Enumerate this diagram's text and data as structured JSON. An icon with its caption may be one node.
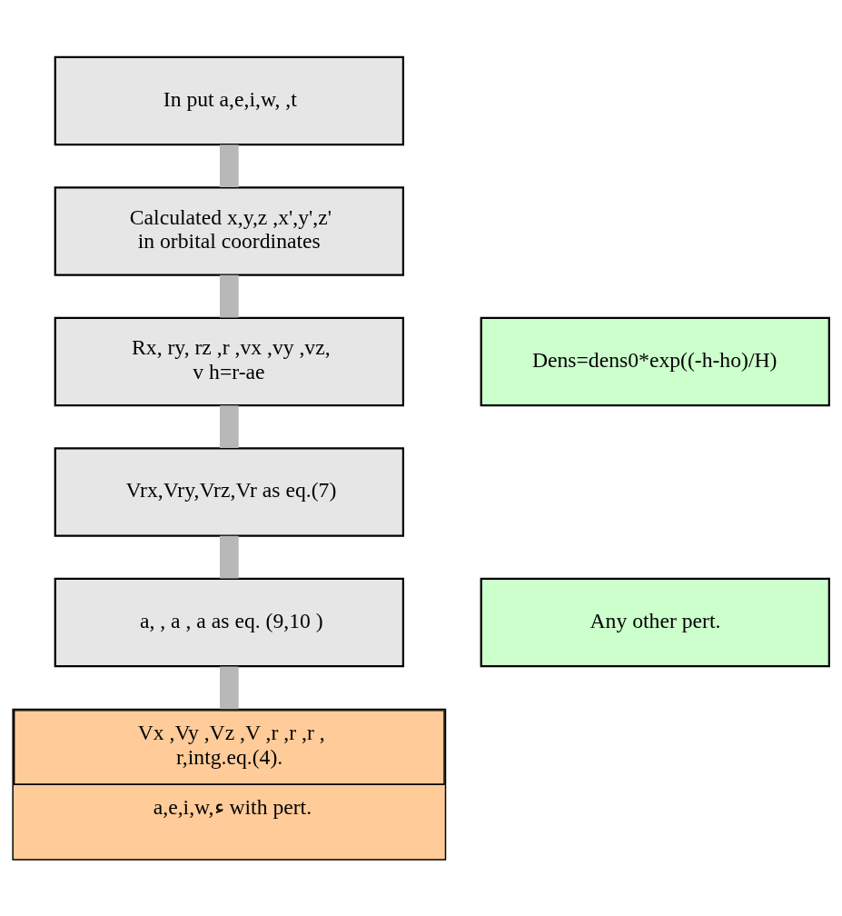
{
  "diagram": {
    "nodes": [
      {
        "text": [
          "In put a,e,i,w, ,t"
        ]
      },
      {
        "text": [
          "Calculated x,y,z ,x',y',z' in orbital coordinates"
        ]
      },
      {
        "text": [
          "Rx, ry, rz ,r ,vx ,vy ,vz, v h=r-ae"
        ]
      },
      {
        "text": [
          "Vrx,Vry,Vrz,Vr as eq.(7)"
        ]
      },
      {
        "text": [
          "a, , a , a as eq. (9,10 )"
        ]
      },
      {
        "text": [
          "Vx ,Vy ,Vz ,V ,r ,r ,r , r,intg.eq.(4).",
          "a,e,i,w,ء with pert."
        ]
      },
      {
        "text": [
          "Dens=dens0*exp((-h-ho)/H)"
        ]
      },
      {
        "text": [
          "Any other pert."
        ]
      }
    ],
    "edges": [
      {
        "from": 0,
        "to": 1,
        "arrow": "none"
      },
      {
        "from": 1,
        "to": 2,
        "arrow": "none"
      },
      {
        "from": 2,
        "to": 3,
        "arrow": "none"
      },
      {
        "from": 3,
        "to": 4,
        "arrow": "none"
      },
      {
        "from": 4,
        "to": 5,
        "arrow": "none"
      }
    ]
  }
}
